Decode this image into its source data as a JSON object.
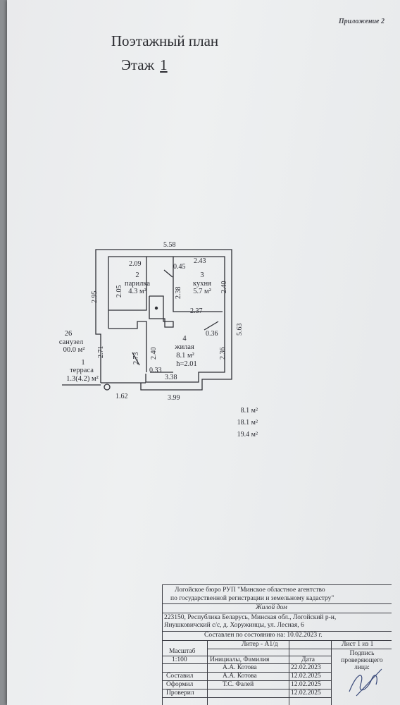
{
  "header": {
    "appendix": "Приложение 2",
    "title": "Поэтажный план",
    "floor_label": "Этаж",
    "floor_number": "1"
  },
  "plan": {
    "overall_width": "5.58",
    "overall_height": "5.63",
    "bottom_width": "3.99",
    "step_width": "1.62",
    "dims": {
      "d209": "2.09",
      "d243": "2.43",
      "d045": "0.45",
      "d295": "2.95",
      "d205": "2.05",
      "d238": "2.38",
      "d240_right": "2.40",
      "d237": "2.37",
      "d036": "0.36",
      "d271": "2.71",
      "d273": "2.73",
      "d240_mid": "2.40",
      "d236": "2.36",
      "d033": "0.33",
      "d338": "3.38"
    },
    "rooms": [
      {
        "num": "2",
        "name": "парилка",
        "area": "4.3 м²"
      },
      {
        "num": "3",
        "name": "кухня",
        "area": "5.7 м²"
      },
      {
        "num": "4",
        "name": "жилая",
        "area": "8.1 м²",
        "height": "h=2.01"
      },
      {
        "num": "26",
        "name": "санузел",
        "area": "00.0 м²"
      },
      {
        "num": "1",
        "name": "терраса",
        "area": "1.3(4.2) м²"
      }
    ]
  },
  "totals": [
    "8.1 м²",
    "18.1 м²",
    "19.4 м²"
  ],
  "stamp": {
    "org_line1": "Логойское бюро РУП \"Минское областное агентство",
    "org_line2": "по государственной регистрации и земельному кадастру\"",
    "object": "Жилой дом",
    "address_line1": "223150, Республика Беларусь, Минская обл., Логойский р-н,",
    "address_line2": "Янушковичский с/с, д. Хоружинцы, ул. Лесная, 6",
    "compiled_as_of": "Составлен по состоянию на: 10.02.2023 г.",
    "scale_label": "Масштаб",
    "scale_value": "1:100",
    "liter": "Литер - А1/д",
    "sheet": "Лист 1 из 1",
    "col_initials": "Инициалы, Фамилия",
    "col_date": "Дата",
    "col_signature": "Подпись проверяющего лица:",
    "rows": [
      {
        "role": "Составил",
        "name": "А.А. Котова",
        "date": "22.02.2023"
      },
      {
        "role": "Оформил",
        "name": "А.А. Котова",
        "date": "12.02.2025"
      },
      {
        "role": "Проверил",
        "name": "Т.С. Фалей",
        "date": "12.02.2025"
      }
    ]
  }
}
